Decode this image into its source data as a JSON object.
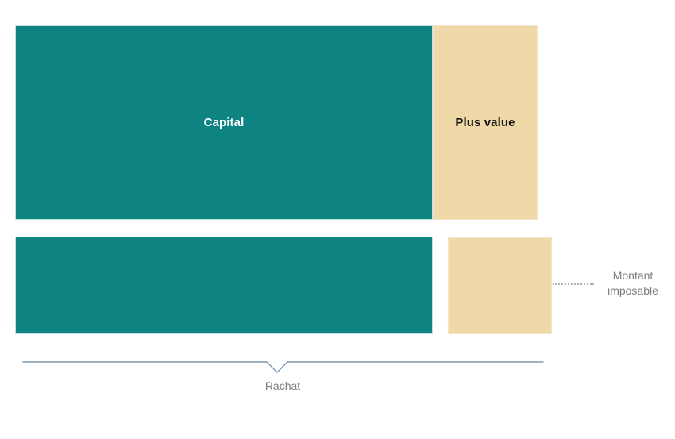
{
  "diagram": {
    "row1": {
      "capital_label": "Capital",
      "plus_value_label": "Plus value"
    },
    "annotations": {
      "montant_imposable_label": "Montant imposable",
      "rachat_label": "Rachat"
    },
    "colors": {
      "capital_fill": "#0e8482",
      "plus_value_fill": "#f0d9a8",
      "bracket_stroke": "#7e99b0",
      "annotation_text": "#7c7c7c",
      "leader_dots": "#b3b3b3"
    }
  }
}
